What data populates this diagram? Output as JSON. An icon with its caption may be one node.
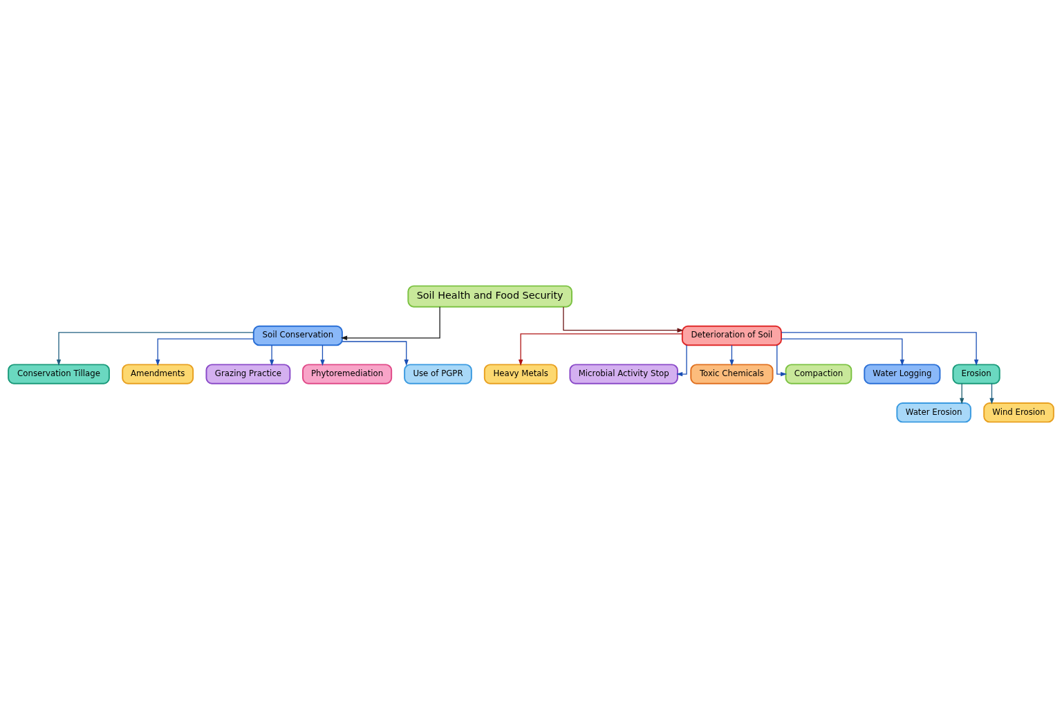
{
  "diagram": {
    "nodes": [
      {
        "text": [
          "Soil Health and Food Security"
        ]
      },
      {
        "text": [
          "Soil Conservation"
        ]
      },
      {
        "text": [
          "Deterioration of Soil"
        ]
      },
      {
        "text": [
          "Conservation Tillage"
        ]
      },
      {
        "text": [
          "Amendments"
        ]
      },
      {
        "text": [
          "Grazing Practice"
        ]
      },
      {
        "text": [
          "Phytoremediation"
        ]
      },
      {
        "text": [
          "Use of PGPR"
        ]
      },
      {
        "text": [
          "Heavy Metals"
        ]
      },
      {
        "text": [
          "Microbial Activity Stop"
        ]
      },
      {
        "text": [
          "Toxic Chemicals"
        ]
      },
      {
        "text": [
          "Compaction"
        ]
      },
      {
        "text": [
          "Water Logging"
        ]
      },
      {
        "text": [
          "Erosion"
        ]
      },
      {
        "text": [
          "Water Erosion"
        ]
      },
      {
        "text": [
          "Wind Erosion"
        ]
      }
    ],
    "edges": [
      {
        "from": 0,
        "to": 1,
        "arrow": "to",
        "color": "#1a1a1a"
      },
      {
        "from": 0,
        "to": 2,
        "arrow": "to",
        "color": "#6b1515"
      },
      {
        "from": 1,
        "to": 3,
        "arrow": "to",
        "color": "#1f5f80"
      },
      {
        "from": 1,
        "to": 4,
        "arrow": "to"
      },
      {
        "from": 1,
        "to": 5,
        "arrow": "to"
      },
      {
        "from": 1,
        "to": 6,
        "arrow": "to"
      },
      {
        "from": 1,
        "to": 7,
        "arrow": "to"
      },
      {
        "from": 2,
        "to": 8,
        "arrow": "to",
        "color": "#b01515"
      },
      {
        "from": 2,
        "to": 9,
        "arrow": "to"
      },
      {
        "from": 2,
        "to": 10,
        "arrow": "to"
      },
      {
        "from": 2,
        "to": 11,
        "arrow": "to"
      },
      {
        "from": 2,
        "to": 12,
        "arrow": "to"
      },
      {
        "from": 2,
        "to": 13,
        "arrow": "to"
      },
      {
        "from": 13,
        "to": 14,
        "arrow": "to",
        "color": "#1f5f70"
      },
      {
        "from": 13,
        "to": 15,
        "arrow": "to",
        "color": "#1f5f80"
      }
    ]
  }
}
